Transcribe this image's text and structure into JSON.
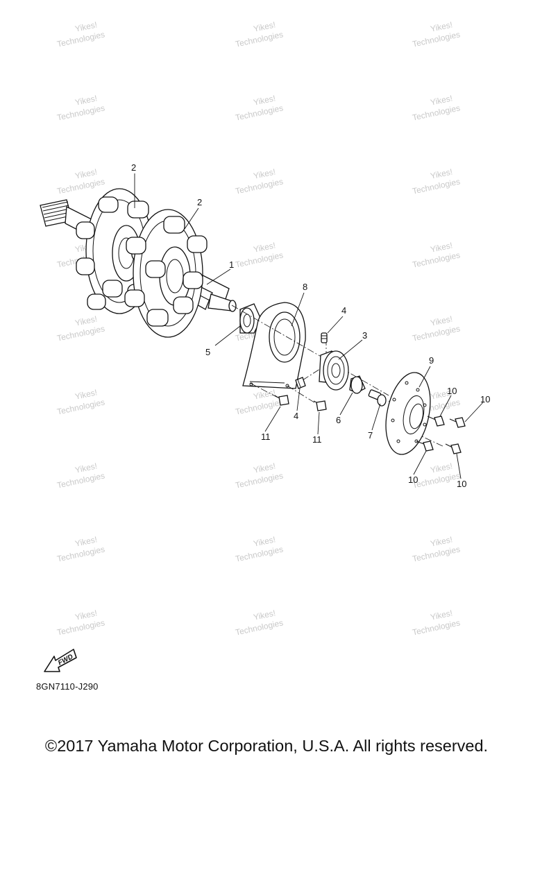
{
  "diagram_code": "8GN7110-J290",
  "copyright": "©2017 Yamaha Motor Corporation, U.S.A. All rights reserved.",
  "fwd_label": "FWD",
  "watermark": {
    "line1": "Yikes!",
    "line2": "Technologies"
  },
  "callouts": {
    "c1": "1",
    "c2a": "2",
    "c2b": "2",
    "c3": "3",
    "c4a": "4",
    "c4b": "4",
    "c5": "5",
    "c6": "6",
    "c7": "7",
    "c8": "8",
    "c9": "9",
    "c10a": "10",
    "c10b": "10",
    "c10c": "10",
    "c10d": "10",
    "c11a": "11",
    "c11b": "11"
  }
}
